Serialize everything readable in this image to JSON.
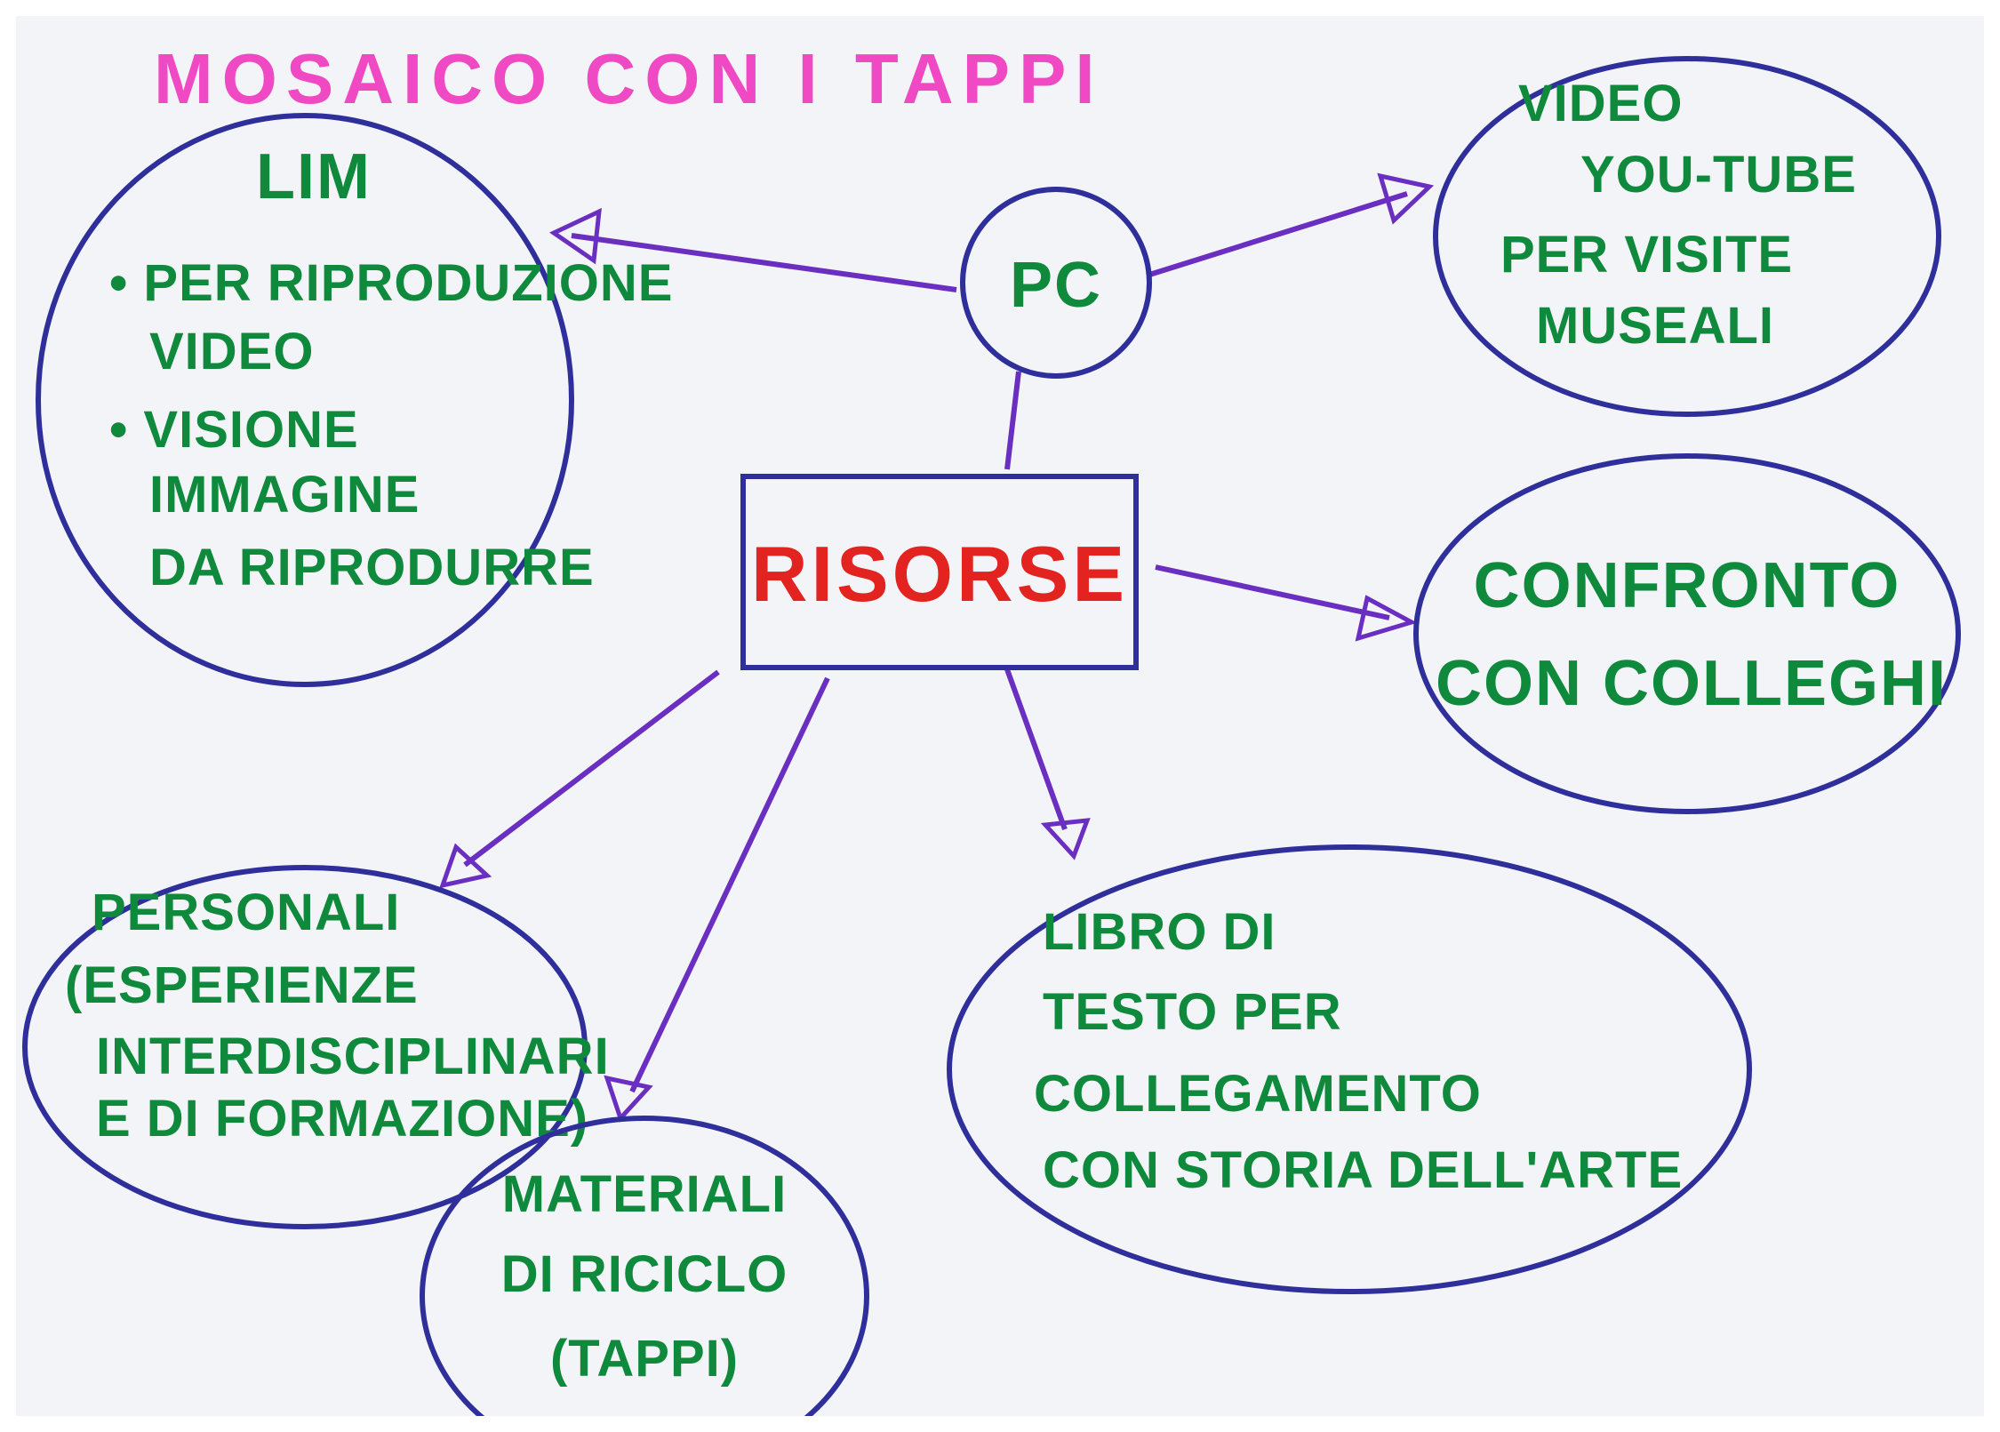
{
  "title": "MOSAICO CON I TAPPI",
  "center": "RISORSE",
  "pc": "PC",
  "lim": {
    "heading": "LIM",
    "lines": [
      "• PER RIPRODUZIONE",
      "VIDEO",
      "• VISIONE",
      "IMMAGINE",
      "DA RIPRODURRE"
    ]
  },
  "video": {
    "lines": [
      "VIDEO",
      "YOU-TUBE",
      "PER VISITE",
      "MUSEALI"
    ]
  },
  "confronto": {
    "lines": [
      "CONFRONTO",
      "CON COLLEGHI"
    ]
  },
  "personali": {
    "lines": [
      "PERSONALI",
      "(ESPERIENZE",
      "INTERDISCIPLINARI",
      "E DI FORMAZIONE)"
    ]
  },
  "materiali": {
    "lines": [
      "MATERIALI",
      "DI RICICLO",
      "(TAPPI)"
    ]
  },
  "libro": {
    "lines": [
      "LIBRO DI",
      "TESTO PER",
      "COLLEGAMENTO",
      "CON STORIA DELL'ARTE"
    ]
  },
  "colors": {
    "title": "#f049c4",
    "text": "#0f8a3c",
    "center_text": "#e3231f",
    "outline": "#2f2f9c",
    "arrow": "#6a2fc0",
    "paper": "#f3f4f8"
  }
}
